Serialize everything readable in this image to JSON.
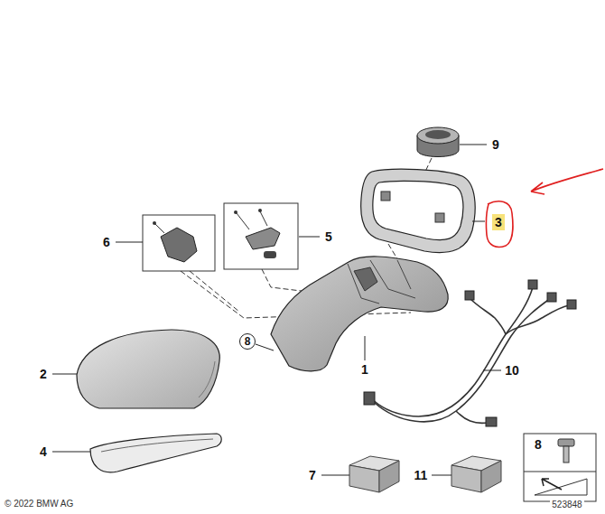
{
  "diagram": {
    "labels": [
      "9",
      "3",
      "6",
      "5",
      "8",
      "1",
      "2",
      "10",
      "4",
      "7",
      "11",
      "8",
      "© 2022 BMW AG",
      "523848"
    ]
  }
}
